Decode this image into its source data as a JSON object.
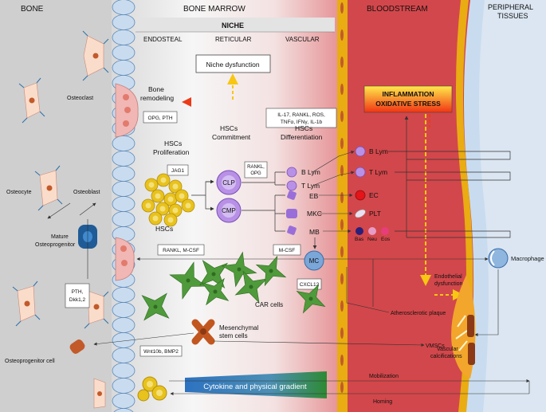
{
  "regions": {
    "bone": "BONE",
    "bone_marrow": "BONE MARROW",
    "bloodstream": "BLOODSTREAM",
    "peripheral_tissues": [
      "PERIPHERAL",
      "TISSUES"
    ]
  },
  "niche": {
    "title": "NICHE",
    "endosteal": "ENDOSTEAL",
    "reticular": "RETICULAR",
    "vascular": "VASCULAR"
  },
  "boxes": {
    "niche_dysfunction": "Niche dysfunction",
    "inflammation": [
      "INFLAMMATION",
      "OXIDATIVE STRESS"
    ],
    "cytokines": [
      "IL-17, RANKL, ROS,",
      "TNFα, IFNγ, IL-1b"
    ],
    "opg_pth": "OPG, PTH",
    "jag1": "JAG1",
    "rankl_opg": [
      "RANKL,",
      "OPG"
    ],
    "rankl_mcsf": "RANKL, M-CSF",
    "mcsf": "M-CSF",
    "cxcl12": "CXCL12",
    "pth_dkk": [
      "PTH,",
      "Dkk1,2"
    ],
    "wnt_bmp": "Wnt10b, BMP2"
  },
  "labels": {
    "bone_remodeling": [
      "Bone",
      "remodeling"
    ],
    "hscs_proliferation": [
      "HSCs",
      "Proliferation"
    ],
    "hscs_commitment": [
      "HSCs",
      "Commitment"
    ],
    "hscs_differentiation": [
      "HSCs",
      "Differentiation"
    ],
    "hscs": "HSCs",
    "osteoclast": "Osteoclast",
    "osteocyte": "Osteocyte",
    "osteoblast": "Osteoblast",
    "mature_osteoprogenitor": [
      "Mature",
      "Osteoprogenitor"
    ],
    "osteoprogenitor_cell": "Osteoprogenitor cell",
    "clp": "CLP",
    "cmp": "CMP",
    "b_lym": "B Lym",
    "t_lym": "T Lym",
    "eb": "EB",
    "mkc": "MKC",
    "mb": "MB",
    "mc": "MC",
    "b_lym_blood": "B Lym",
    "t_lym_blood": "T Lym",
    "ec": "EC",
    "plt": "PLT",
    "bas": "Bas",
    "neu": "Neu",
    "eos": "Eos",
    "car_cells": "CAR cells",
    "msc": [
      "Mesenchymal",
      "stem cells"
    ],
    "vmscs": "VMSCs",
    "atherosclerotic_plaque": "Atherosclerotic plaque",
    "endothelial_dysfunction": [
      "Endothelial",
      "dysfunction"
    ],
    "vascular_calcifications": [
      "Vascular",
      "calcifications"
    ],
    "macrophage": "Macrophage",
    "mobilization": "Mobilization",
    "homing": "Homing",
    "gradient": "Cytokine and physical gradient"
  },
  "colors": {
    "bone_bg": "#cfcfcf",
    "blood": "#d2474b",
    "tissue": "#dbe6f2",
    "vessel_wall": "#e9ac12",
    "lining": "#c9dcef",
    "osteoclast": "#f0b7b4",
    "hsc": "#e8c21d",
    "progenitor": "#b890e6",
    "car": "#4f9a3a",
    "msc": "#c2561f",
    "inflammation_top": "#ffe94a",
    "inflammation_bottom": "#f23414",
    "arrow_orange": "#f47d1d",
    "arrow_yellow": "#f7c713",
    "gradient_left": "#2d72c0",
    "gradient_right": "#2e8a33"
  }
}
